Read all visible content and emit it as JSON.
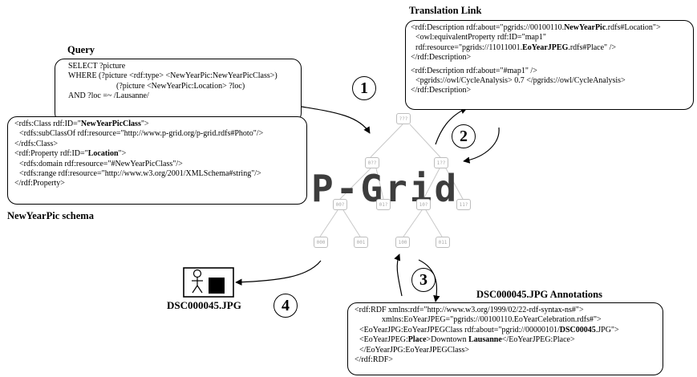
{
  "query": {
    "title": "Query",
    "lines": [
      "SELECT ?picture",
      "WHERE (?picture  <rdf:type>  <NewYearPic:NewYearPicClass>)",
      "(?picture  <NewYearPic:Location>  ?loc)",
      "AND    ?loc =~ /Lausanne/"
    ]
  },
  "schema": {
    "title": "NewYearPic schema",
    "l1a": "<rdfs:Class rdf:ID=\"",
    "l1b": "NewYearPicClass",
    "l1c": "\">",
    "l2": "<rdfs:subClassOf rdf:resource=\"http://www.p-grid.org/p-grid.rdfs#Photo\"/>",
    "l3": "</rdfs:Class>",
    "l4a": "<rdf:Property rdf:ID=\"",
    "l4b": "Location",
    "l4c": "\">",
    "l5": "<rdfs:domain rdf:resource=\"#NewYearPicClass\"/>",
    "l6": "<rdfs:range rdf:resource=\"http://www.w3.org/2001/XMLSchema#string\"/>",
    "l7": "</rdf:Property>"
  },
  "translation": {
    "title": "Translation Link",
    "l1a": "<rdf:Description rdf:about=\"pgrids://00100110.",
    "l1b": "NewYearPic",
    "l1c": ".rdfs#Location\">",
    "l2": "<owl:equivalentProperty rdf:ID=\"map1\"",
    "l3a": "rdf:resource=\"pgrids://11011001.",
    "l3b": "EoYearJPEG",
    "l3c": ".rdfs#Place\" />",
    "l4": "</rdf:Description>",
    "l5": "<rdf:Description rdf:about=\"#map1\" />",
    "l6": "<pgrids://owl/CycleAnalysis> 0.7 </pgrids://owl/CycleAnalysis>",
    "l7": "</rdf:Description>"
  },
  "annotations": {
    "title": "DSC000045.JPG Annotations",
    "l1": "<rdf:RDF xmlns:rdf=\"http://www.w3.org/1999/02/22-rdf-syntax-ns#\">",
    "l2": "xmlns:EoYearJPEG=\"pgrids://00100110.EoYearCelebration.rdfs#\">",
    "l3a": "<EoYearJPG:EoYearJPEGClass rdf:about=\"pgrid://00000101/",
    "l3b": "DSC00045",
    "l3c": ".JPG\">",
    "l4a": "<EoYearJPEG:",
    "l4b": "Place",
    "l4c": ">Downtown ",
    "l4d": "Lausanne",
    "l4e": "</EoYearJPEG:Place>",
    "l5": "</EoYearJPG:EoYearJPEGClass>",
    "l6": "</rdf:RDF>"
  },
  "watermark": "P-Grid",
  "photo_label": "DSC000045.JPG",
  "steps": [
    "1",
    "2",
    "3",
    "4"
  ],
  "tree_nodes": [
    "???",
    "0??",
    "1??",
    "00?",
    "01?",
    "10?",
    "11?",
    "000",
    "001",
    "100",
    "011"
  ]
}
